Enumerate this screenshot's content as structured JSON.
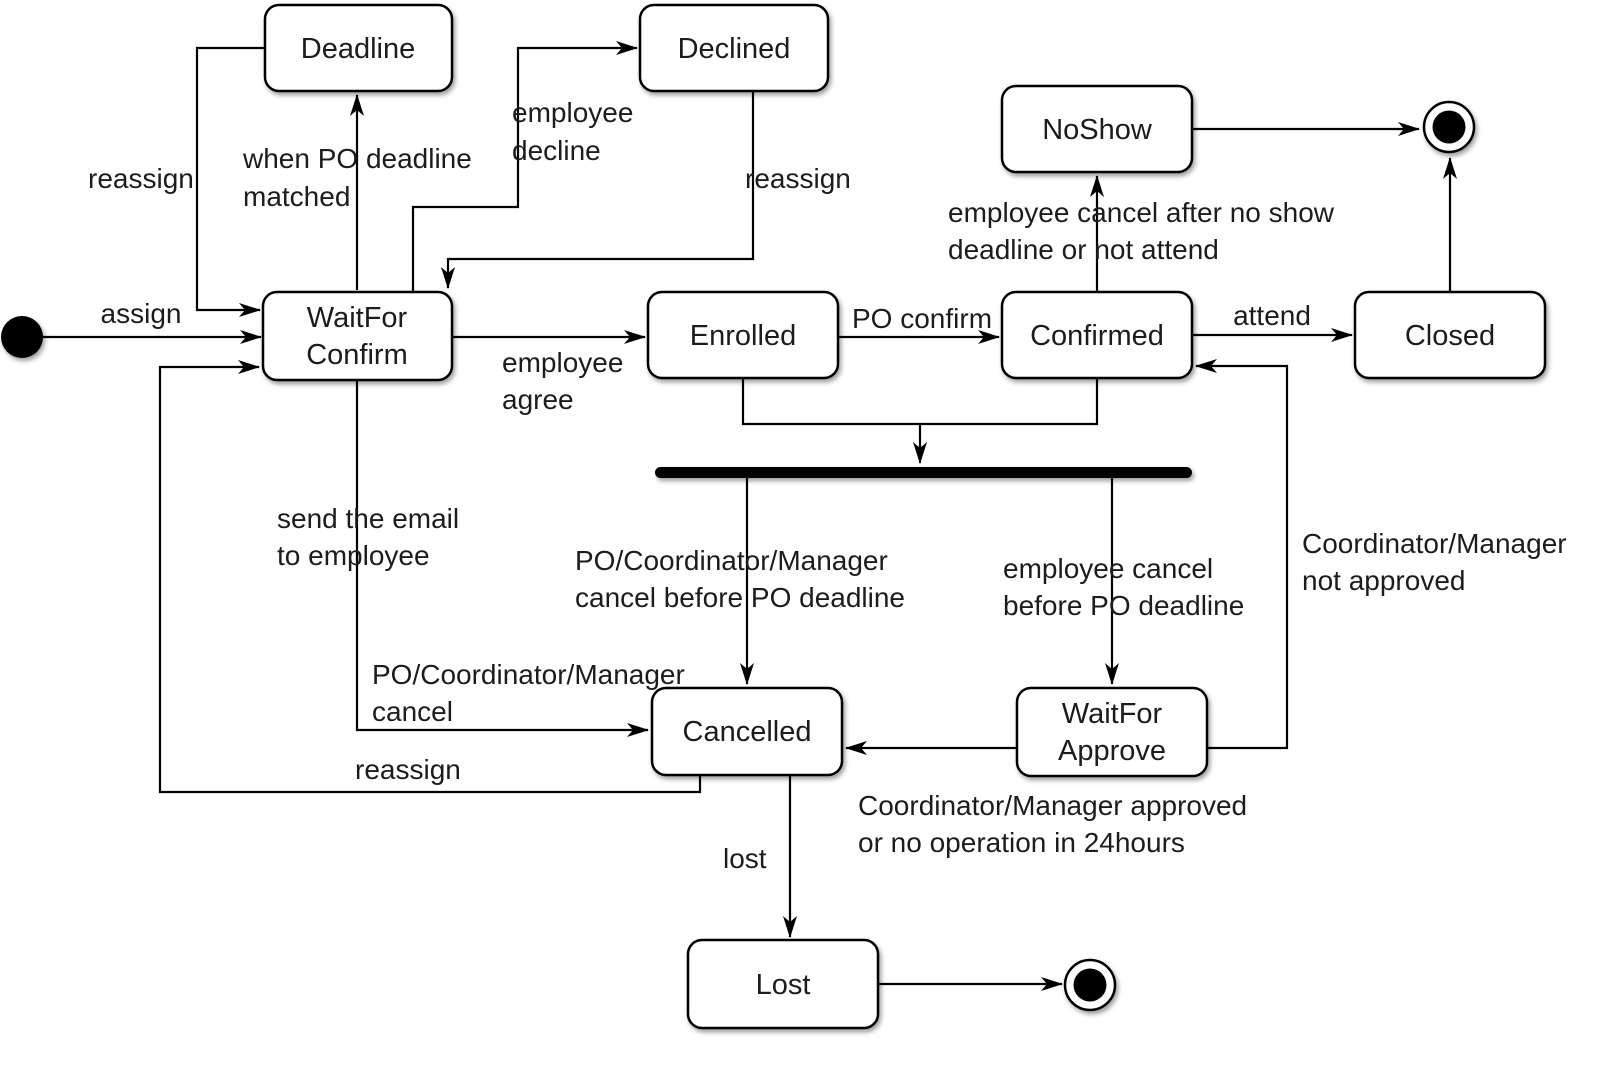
{
  "diagram": {
    "type": "uml-state-machine",
    "background_color": "#ffffff",
    "line_color": "#000000",
    "text_color": "#1c1c1c",
    "states": {
      "deadline": {
        "label": "Deadline"
      },
      "declined": {
        "label": "Declined"
      },
      "noshow": {
        "label": "NoShow"
      },
      "wait_for_confirm": {
        "line1": "WaitFor",
        "line2": "Confirm"
      },
      "enrolled": {
        "label": "Enrolled"
      },
      "confirmed": {
        "label": "Confirmed"
      },
      "closed": {
        "label": "Closed"
      },
      "cancelled": {
        "label": "Cancelled"
      },
      "wait_for_approve": {
        "line1": "WaitFor",
        "line2": "Approve"
      },
      "lost": {
        "label": "Lost"
      }
    },
    "transitions": {
      "assign": {
        "label": "assign"
      },
      "reassign_deadline": {
        "label": "reassign"
      },
      "when_po_deadline": {
        "line1": "when PO deadline",
        "line2": "matched"
      },
      "employee_decline": {
        "line1": "employee",
        "line2": "decline"
      },
      "reassign_declined": {
        "label": "reassign"
      },
      "employee_agree": {
        "line1": "employee",
        "line2": "agree"
      },
      "po_confirm": {
        "label": "PO confirm"
      },
      "cancel_after_noshow": {
        "line1": "employee cancel after no show",
        "line2": "deadline or not attend"
      },
      "attend": {
        "label": "attend"
      },
      "send_email": {
        "line1": "send the email",
        "line2": "to employee"
      },
      "po_cancel_before_deadline": {
        "line1": "PO/Coordinator/Manager",
        "line2": "cancel before PO deadline"
      },
      "employee_cancel_before_deadline": {
        "line1": "employee cancel",
        "line2": "before PO deadline"
      },
      "not_approved": {
        "line1": "Coordinator/Manager",
        "line2": "not approved"
      },
      "po_cancel": {
        "line1": "PO/Coordinator/Manager",
        "line2": "cancel"
      },
      "reassign_cancelled": {
        "label": "reassign"
      },
      "approved_or_no_operation": {
        "line1": "Coordinator/Manager approved",
        "line2": "or no operation in 24hours"
      },
      "lost": {
        "label": "lost"
      }
    }
  }
}
